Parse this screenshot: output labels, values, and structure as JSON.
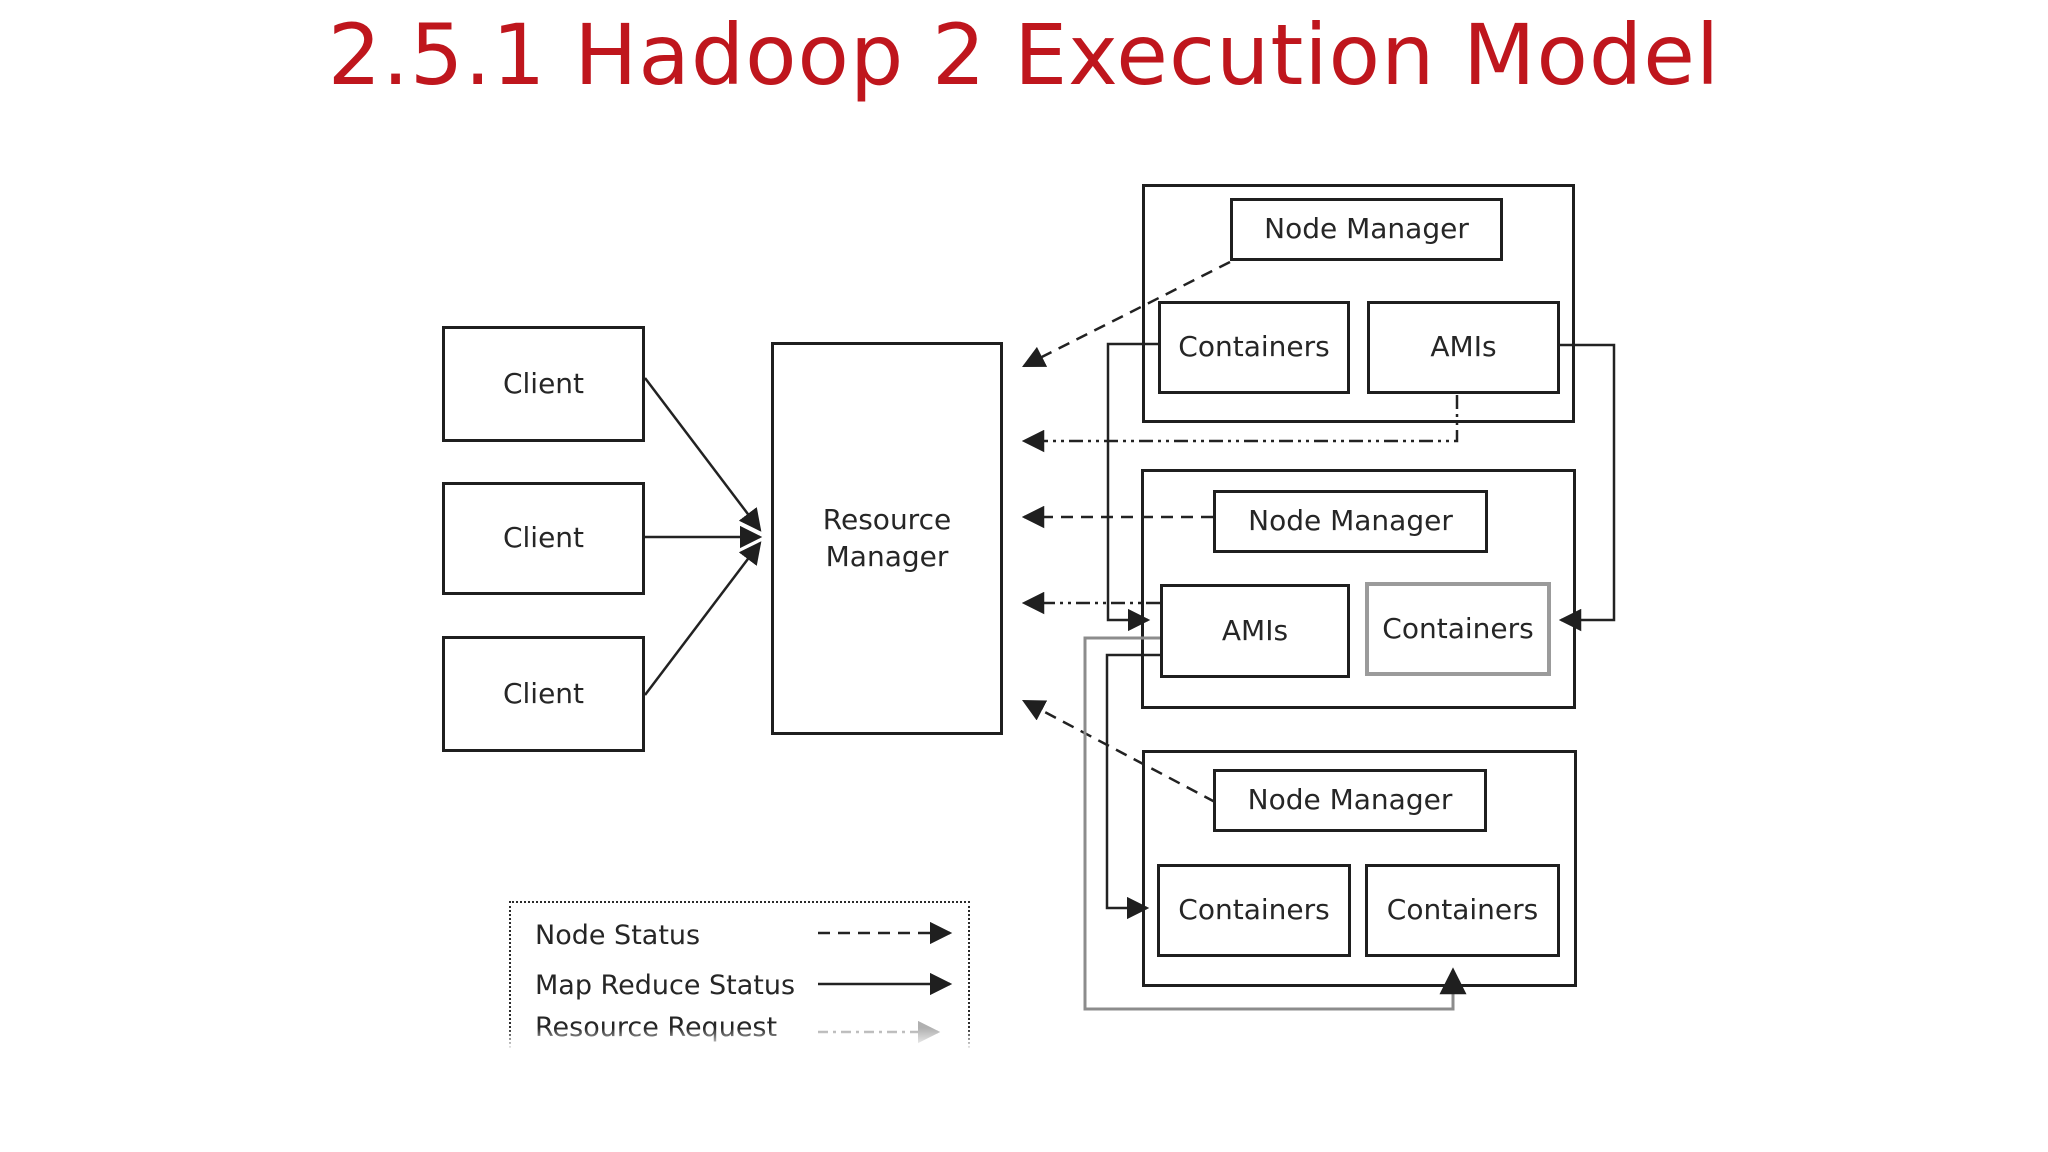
{
  "title": "2.5.1 Hadoop 2 Execution Model",
  "clients": [
    {
      "label": "Client"
    },
    {
      "label": "Client"
    },
    {
      "label": "Client"
    }
  ],
  "resource_manager": {
    "label": "Resource Manager"
  },
  "nodes": [
    {
      "manager": "Node Manager",
      "boxes": [
        "Containers",
        "AMIs"
      ]
    },
    {
      "manager": "Node Manager",
      "boxes": [
        "AMIs",
        "Containers"
      ]
    },
    {
      "manager": "Node Manager",
      "boxes": [
        "Containers",
        "Containers"
      ]
    }
  ],
  "legend": {
    "rows": [
      {
        "label": "Node Status",
        "line_style": "dashed-arrow"
      },
      {
        "label": "Map Reduce Status",
        "line_style": "solid-arrow"
      },
      {
        "label": "Resource Request",
        "line_style": "dash-dot-arrow"
      }
    ]
  },
  "colors": {
    "title": "#bf161d",
    "line": "#222222",
    "gray_line": "#8c8c8c",
    "box_border": "#1f1f1f"
  }
}
